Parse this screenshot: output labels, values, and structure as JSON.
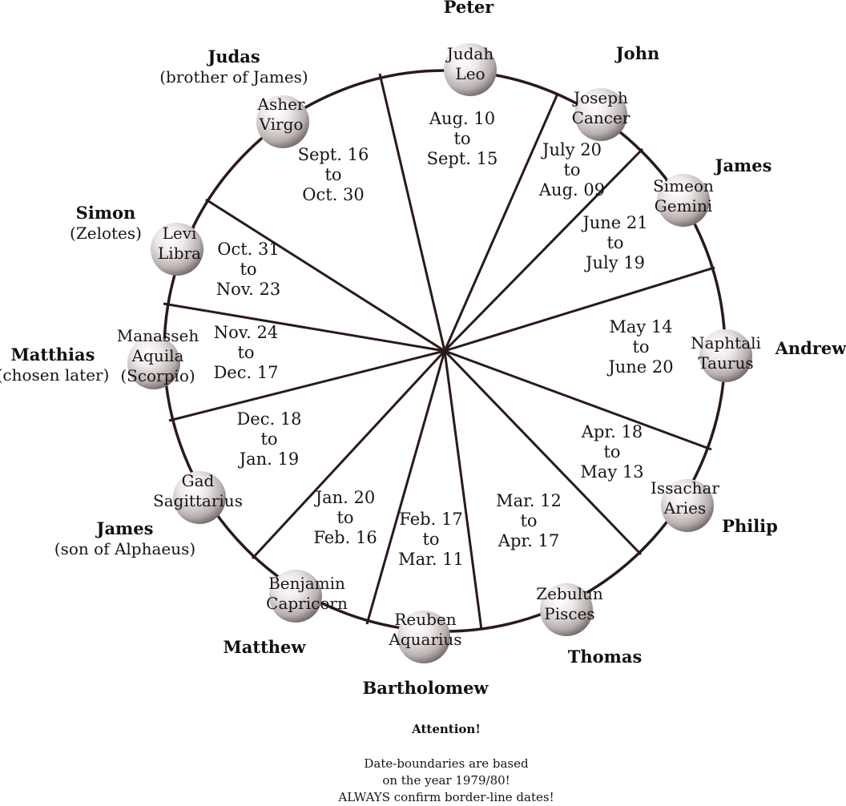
{
  "segments": [
    {
      "tribe": "Judah",
      "sign": "Leo",
      "apostle": "Peter",
      "apostle_note": "",
      "dates": [
        "Aug. 10",
        "to",
        "Sept. 15"
      ]
    },
    {
      "tribe": "Joseph",
      "sign": "Cancer",
      "apostle": "John",
      "apostle_note": "",
      "dates": [
        "July 20",
        "to",
        "Aug. 09"
      ]
    },
    {
      "tribe": "Simeon",
      "sign": "Gemini",
      "apostle": "James",
      "apostle_note": "",
      "dates": [
        "June 21",
        "to",
        "July 19"
      ]
    },
    {
      "tribe": "Naphtali",
      "sign": "Taurus",
      "apostle": "Andrew",
      "apostle_note": "",
      "dates": [
        "May 14",
        "to",
        "June 20"
      ]
    },
    {
      "tribe": "Issachar",
      "sign": "Aries",
      "apostle": "Philip",
      "apostle_note": "",
      "dates": [
        "Apr. 18",
        "to",
        "May 13"
      ]
    },
    {
      "tribe": "Zebulun",
      "sign": "Pisces",
      "apostle": "Thomas",
      "apostle_note": "",
      "dates": [
        "Mar. 12",
        "to",
        "Apr. 17"
      ]
    },
    {
      "tribe": "Reuben",
      "sign": "Aquarius",
      "apostle": "Bartholomew",
      "apostle_note": "",
      "dates": [
        "Feb. 17",
        "to",
        "Mar. 11"
      ]
    },
    {
      "tribe": "Benjamin",
      "sign": "Capricorn",
      "apostle": "Matthew",
      "apostle_note": "",
      "dates": [
        "Jan. 20",
        "to",
        "Feb. 16"
      ]
    },
    {
      "tribe": "Gad",
      "sign": "Sagittarius",
      "apostle": "James",
      "apostle_note": "(son of Alphaeus)",
      "dates": [
        "Dec. 18",
        "to",
        "Jan. 19"
      ]
    },
    {
      "tribe": "Manasseh",
      "sign": "Aquila",
      "sign_note": "(Scorpio)",
      "apostle": "Matthias",
      "apostle_note": "(chosen later)",
      "dates": [
        "Nov. 24",
        "to",
        "Dec. 17"
      ]
    },
    {
      "tribe": "Levi",
      "sign": "Libra",
      "apostle": "Simon",
      "apostle_note": "(Zelotes)",
      "dates": [
        "Oct. 31",
        "to",
        "Nov. 23"
      ]
    },
    {
      "tribe": "Asher",
      "sign": "Virgo",
      "apostle": "Judas",
      "apostle_note": "(brother of James)",
      "dates": [
        "Sept. 16",
        "to",
        "Oct. 30"
      ]
    }
  ],
  "attention": {
    "title": "Attention!",
    "lines": [
      "Date-boundaries are based",
      "on the year 1979/80!",
      "ALWAYS confirm border-line dates!"
    ]
  },
  "colors": {
    "line": "#2a1a1a",
    "text": "#1a1414",
    "pearl_light": "#ffffff",
    "pearl_mid": "#d8d2d2",
    "pearl_dark": "#7a7272"
  }
}
